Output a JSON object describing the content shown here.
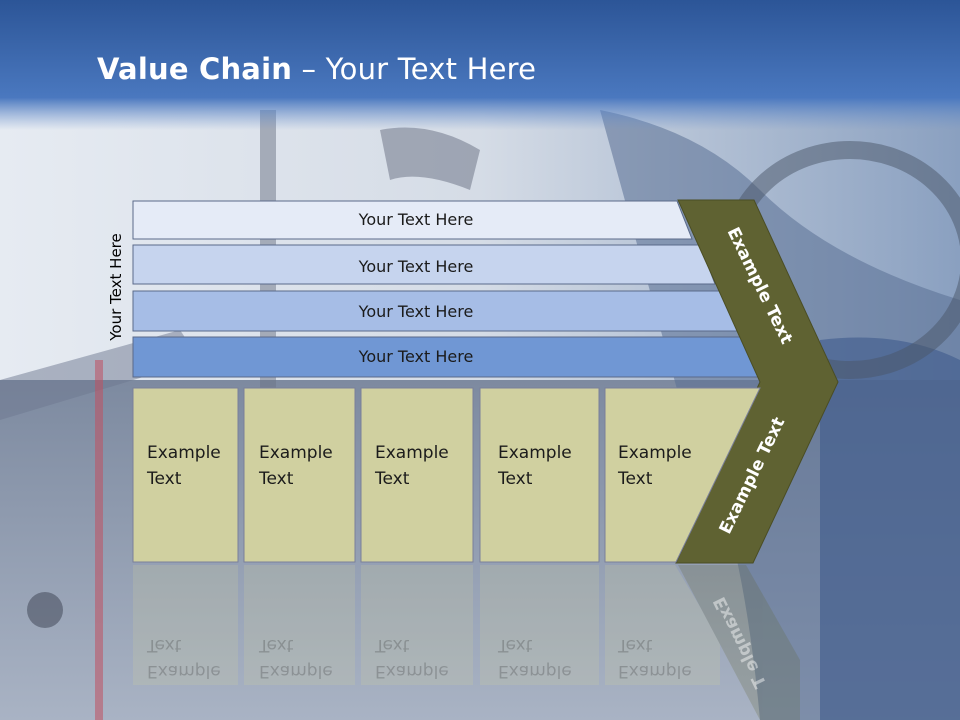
{
  "title": {
    "bold": "Value Chain",
    "rest": " – Your Text Here"
  },
  "side_label": "Your Text Here",
  "bars": [
    {
      "label": "Your Text Here",
      "color": "#e5ebf7"
    },
    {
      "label": "Your Text Here",
      "color": "#c6d4ee"
    },
    {
      "label": "Your Text Here",
      "color": "#a6bde6"
    },
    {
      "label": "Your Text Here",
      "color": "#7097d4"
    }
  ],
  "boxes": [
    {
      "line1": "Example",
      "line2": "Text"
    },
    {
      "line1": "Example",
      "line2": "Text"
    },
    {
      "line1": "Example",
      "line2": "Text"
    },
    {
      "line1": "Example",
      "line2": "Text"
    },
    {
      "line1": "Example",
      "line2": "Text"
    }
  ],
  "chevron": {
    "upper_label": "Example Text",
    "lower_label": "Example Text",
    "reflection_label": "Example T",
    "color": "#5f6232"
  },
  "colors": {
    "box_fill": "#d0d0a0",
    "header": "#2f5aa0",
    "border": "#5a6a8a"
  }
}
